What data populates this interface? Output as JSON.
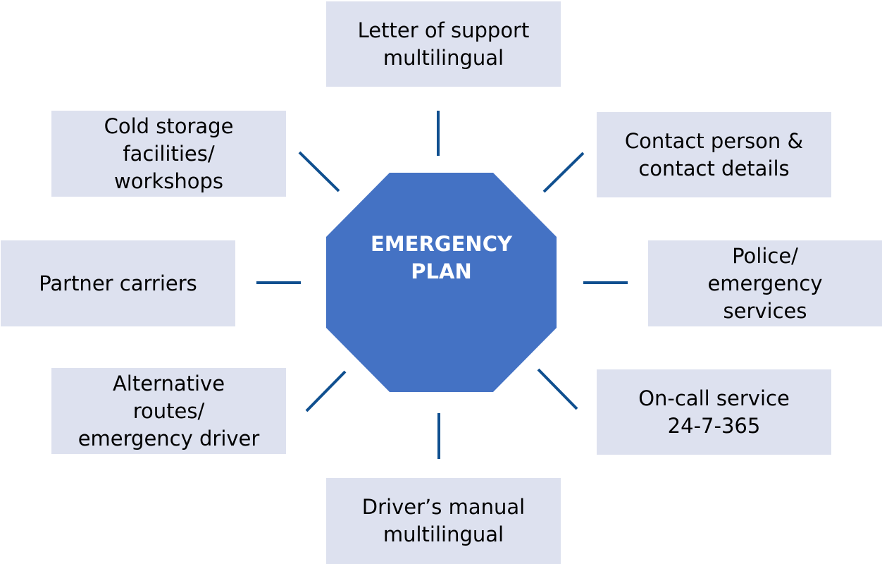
{
  "diagram": {
    "center": {
      "label": "EMERGENCY\nPLAN",
      "color": "#4472c4"
    },
    "connector_color": "#0f4f8f",
    "box_color": "#dde1ef",
    "nodes": [
      {
        "id": "top",
        "label": "Letter of support\nmultilingual"
      },
      {
        "id": "top-right",
        "label": "Contact person &\ncontact details"
      },
      {
        "id": "right",
        "label": "Police/\nemergency\nservices"
      },
      {
        "id": "bottom-right",
        "label": "On-call service\n24-7-365"
      },
      {
        "id": "bottom",
        "label": "Driver’s manual\nmultilingual"
      },
      {
        "id": "bottom-left",
        "label": "Alternative\nroutes/\nemergency driver"
      },
      {
        "id": "left",
        "label": "Partner carriers"
      },
      {
        "id": "top-left",
        "label": "Cold storage\nfacilities/\nworkshops"
      }
    ]
  }
}
